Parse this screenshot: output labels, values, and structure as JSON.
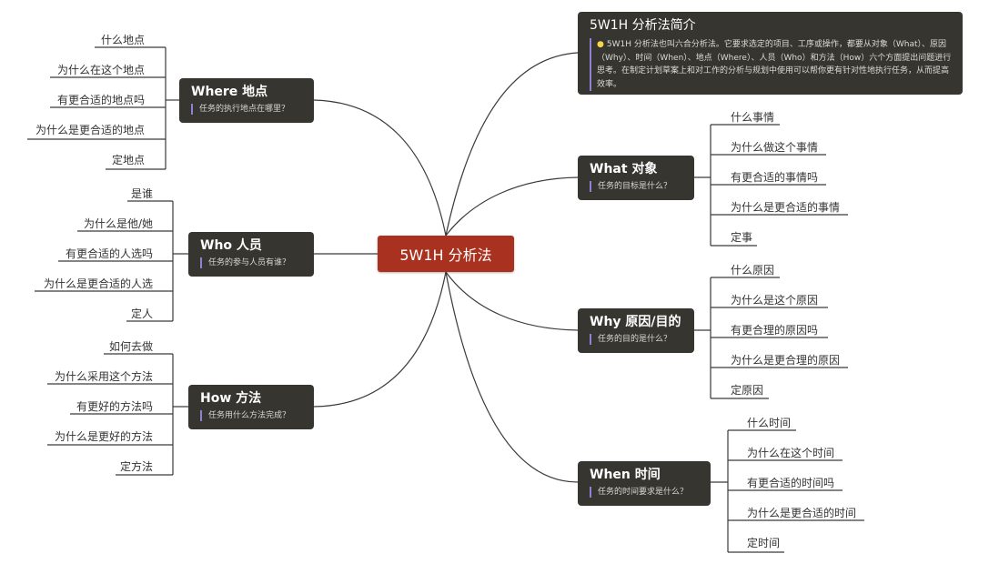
{
  "center": {
    "label": "5W1H 分析法"
  },
  "intro": {
    "title": "5W1H 分析法简介",
    "body": "5W1H 分析法也叫六合分析法。它要求选定的项目、工序或操作，都要从对象（What）、原因（Why）、时间（When）、地点（Where）、人员（Who）和方法（How）六个方面提出问题进行思考。在制定计划草案上和对工作的分析与规划中使用可以帮你更有针对性地执行任务，从而提高效率。"
  },
  "topics": {
    "where": {
      "title": "Where 地点",
      "note": "任务的执行地点在哪里？",
      "items": [
        "什么地点",
        "为什么在这个地点",
        "有更合适的地点吗",
        "为什么是更合适的地点",
        "定地点"
      ]
    },
    "who": {
      "title": "Who 人员",
      "note": "任务的参与人员有谁？",
      "items": [
        "是谁",
        "为什么是他/她",
        "有更合适的人选吗",
        "为什么是更合适的人选",
        "定人"
      ]
    },
    "how": {
      "title": "How 方法",
      "note": "任务用什么方法完成？",
      "items": [
        "如何去做",
        "为什么采用这个方法",
        "有更好的方法吗",
        "为什么是更好的方法",
        "定方法"
      ]
    },
    "what": {
      "title": "What 对象",
      "note": "任务的目标是什么？",
      "items": [
        "什么事情",
        "为什么做这个事情",
        "有更合适的事情吗",
        "为什么是更合适的事情",
        "定事"
      ]
    },
    "why": {
      "title": "Why 原因/目的",
      "note": "任务的目的是什么？",
      "items": [
        "什么原因",
        "为什么是这个原因",
        "有更合理的原因吗",
        "为什么是更合理的原因",
        "定原因"
      ]
    },
    "when": {
      "title": "When 时间",
      "note": "任务的时间要求是什么？",
      "items": [
        "什么时间",
        "为什么在这个时间",
        "有更合适的时间吗",
        "为什么是更合适的时间",
        "定时间"
      ]
    }
  },
  "colors": {
    "center": "#a8321f",
    "topic": "#36352f",
    "line": "#3a3a3a",
    "note_bar": "#8f82d6"
  }
}
